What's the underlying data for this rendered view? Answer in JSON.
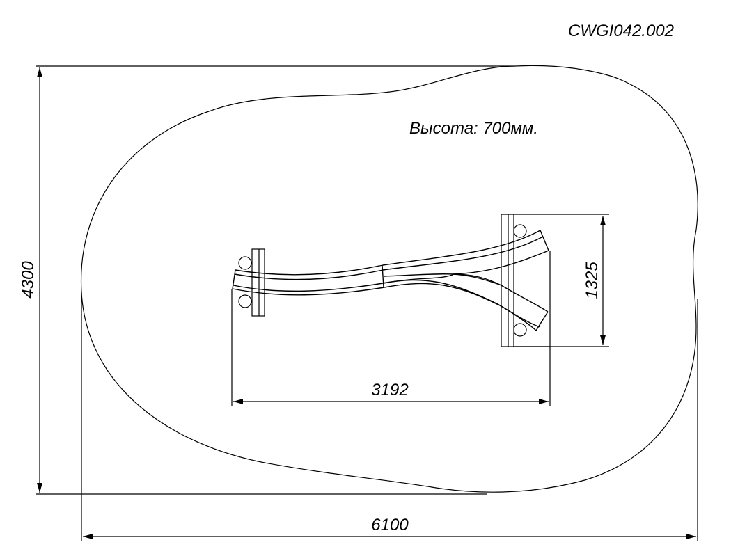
{
  "drawing": {
    "code": "CWGI042.002",
    "height_note": "Высота: 700мм.",
    "dimensions": {
      "overall_width": "6100",
      "overall_height": "4300",
      "item_length": "3192",
      "item_width": "1325"
    }
  }
}
